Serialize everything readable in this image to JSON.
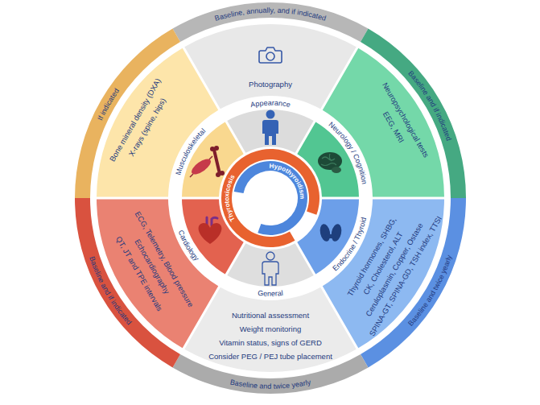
{
  "diagram": {
    "nodes": [
      {
        "text": [
          "Baseline, annually, and if indicated"
        ]
      },
      {
        "text": [
          "Baseline and if indicated"
        ]
      },
      {
        "text": [
          "Baseline and twice yearly"
        ]
      },
      {
        "text": [
          "Baseline and twice yearly"
        ]
      },
      {
        "text": [
          "Baseline and if indicated"
        ]
      },
      {
        "text": [
          "If indicated"
        ]
      },
      {
        "text": [
          "Appearance",
          "Photography"
        ]
      },
      {
        "text": [
          "Neurology / Cognition",
          "Neuropsychological tests",
          "EEG, MRI"
        ]
      },
      {
        "text": [
          "Endocrine / Thyroid",
          "Thyroid hormones, SHBG,",
          "CK, Cholesterol, ALT",
          "Ceruloplasmin, Copper, Ostase",
          "SPINA-GT, SPINA-GD, TSH index, TTSI"
        ]
      },
      {
        "text": [
          "General",
          "Nutritional assessment",
          "Weight monitoring",
          "Vitamin status, signs of GERD",
          "Consider PEG / PEJ tube placement"
        ]
      },
      {
        "text": [
          "Cardiology",
          "ECG, Telemetry, Blood pressure",
          "Echocardiography",
          "QT, JT and TPE intervals"
        ]
      },
      {
        "text": [
          "Musculoskeletal",
          "Bone mineral density (DXA)",
          "X-rays (spine, hips)"
        ]
      },
      {
        "text": [
          "Thyrotoxicosis"
        ]
      },
      {
        "text": [
          "Hypothyroidism"
        ]
      }
    ]
  }
}
